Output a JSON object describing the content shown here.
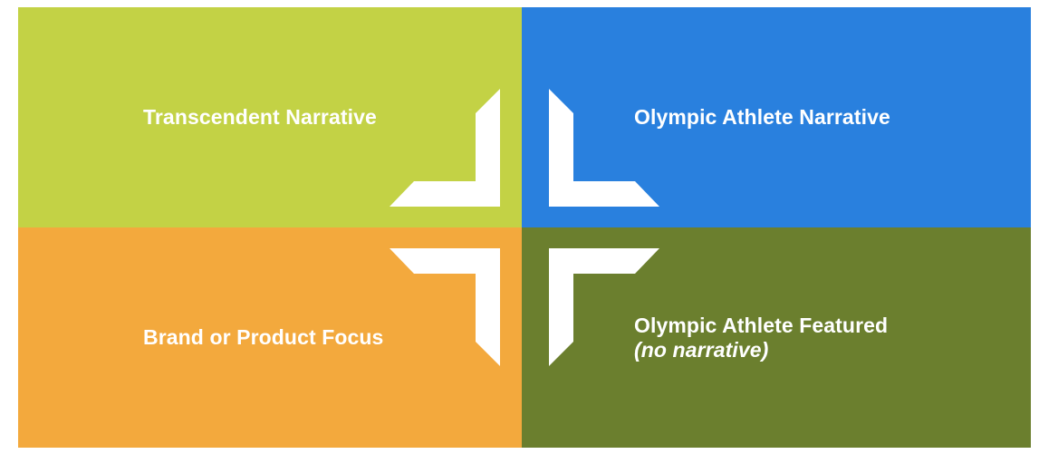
{
  "diagram": {
    "type": "2x2-quadrant-matrix",
    "center_graphic": "four-arrow-pinwheel-icon",
    "quadrants": [
      {
        "id": "top-left",
        "label": "Transcendent Narrative",
        "color": "#C3D245",
        "text_color": "#FFFFFF"
      },
      {
        "id": "top-right",
        "label": "Olympic Athlete Narrative",
        "color": "#2980DE",
        "text_color": "#FFFFFF"
      },
      {
        "id": "bottom-left",
        "label": "Brand or Product Focus",
        "color": "#F3A93D",
        "text_color": "#FFFFFF"
      },
      {
        "id": "bottom-right",
        "label_line1": "Olympic Athlete Featured",
        "label_line2": "(no narrative)",
        "color": "#6B7F2E",
        "text_color": "#FFFFFF"
      }
    ],
    "arrow_color": "#FFFFFF",
    "background": "#FFFFFF"
  }
}
